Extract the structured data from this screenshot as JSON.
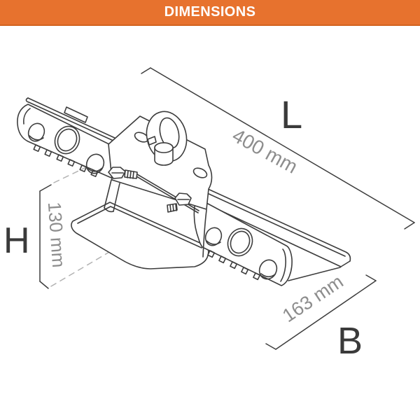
{
  "banner": {
    "title": "DIMENSIONS"
  },
  "diagram": {
    "dimensions": {
      "length": {
        "label": "L",
        "value": "400 mm"
      },
      "height": {
        "label": "H",
        "value": "130 mm"
      },
      "width": {
        "label": "B",
        "value": "163 mm"
      }
    }
  },
  "colors": {
    "accent_orange": "#e7722e",
    "banner_border": "#d2641f",
    "banner_text": "#ffffff",
    "drawing_line": "#3d3d3d",
    "dashed_line": "#b3b3b3",
    "dim_label_text": "#3a3a3a",
    "dim_value_text": "#8d8d8d"
  }
}
